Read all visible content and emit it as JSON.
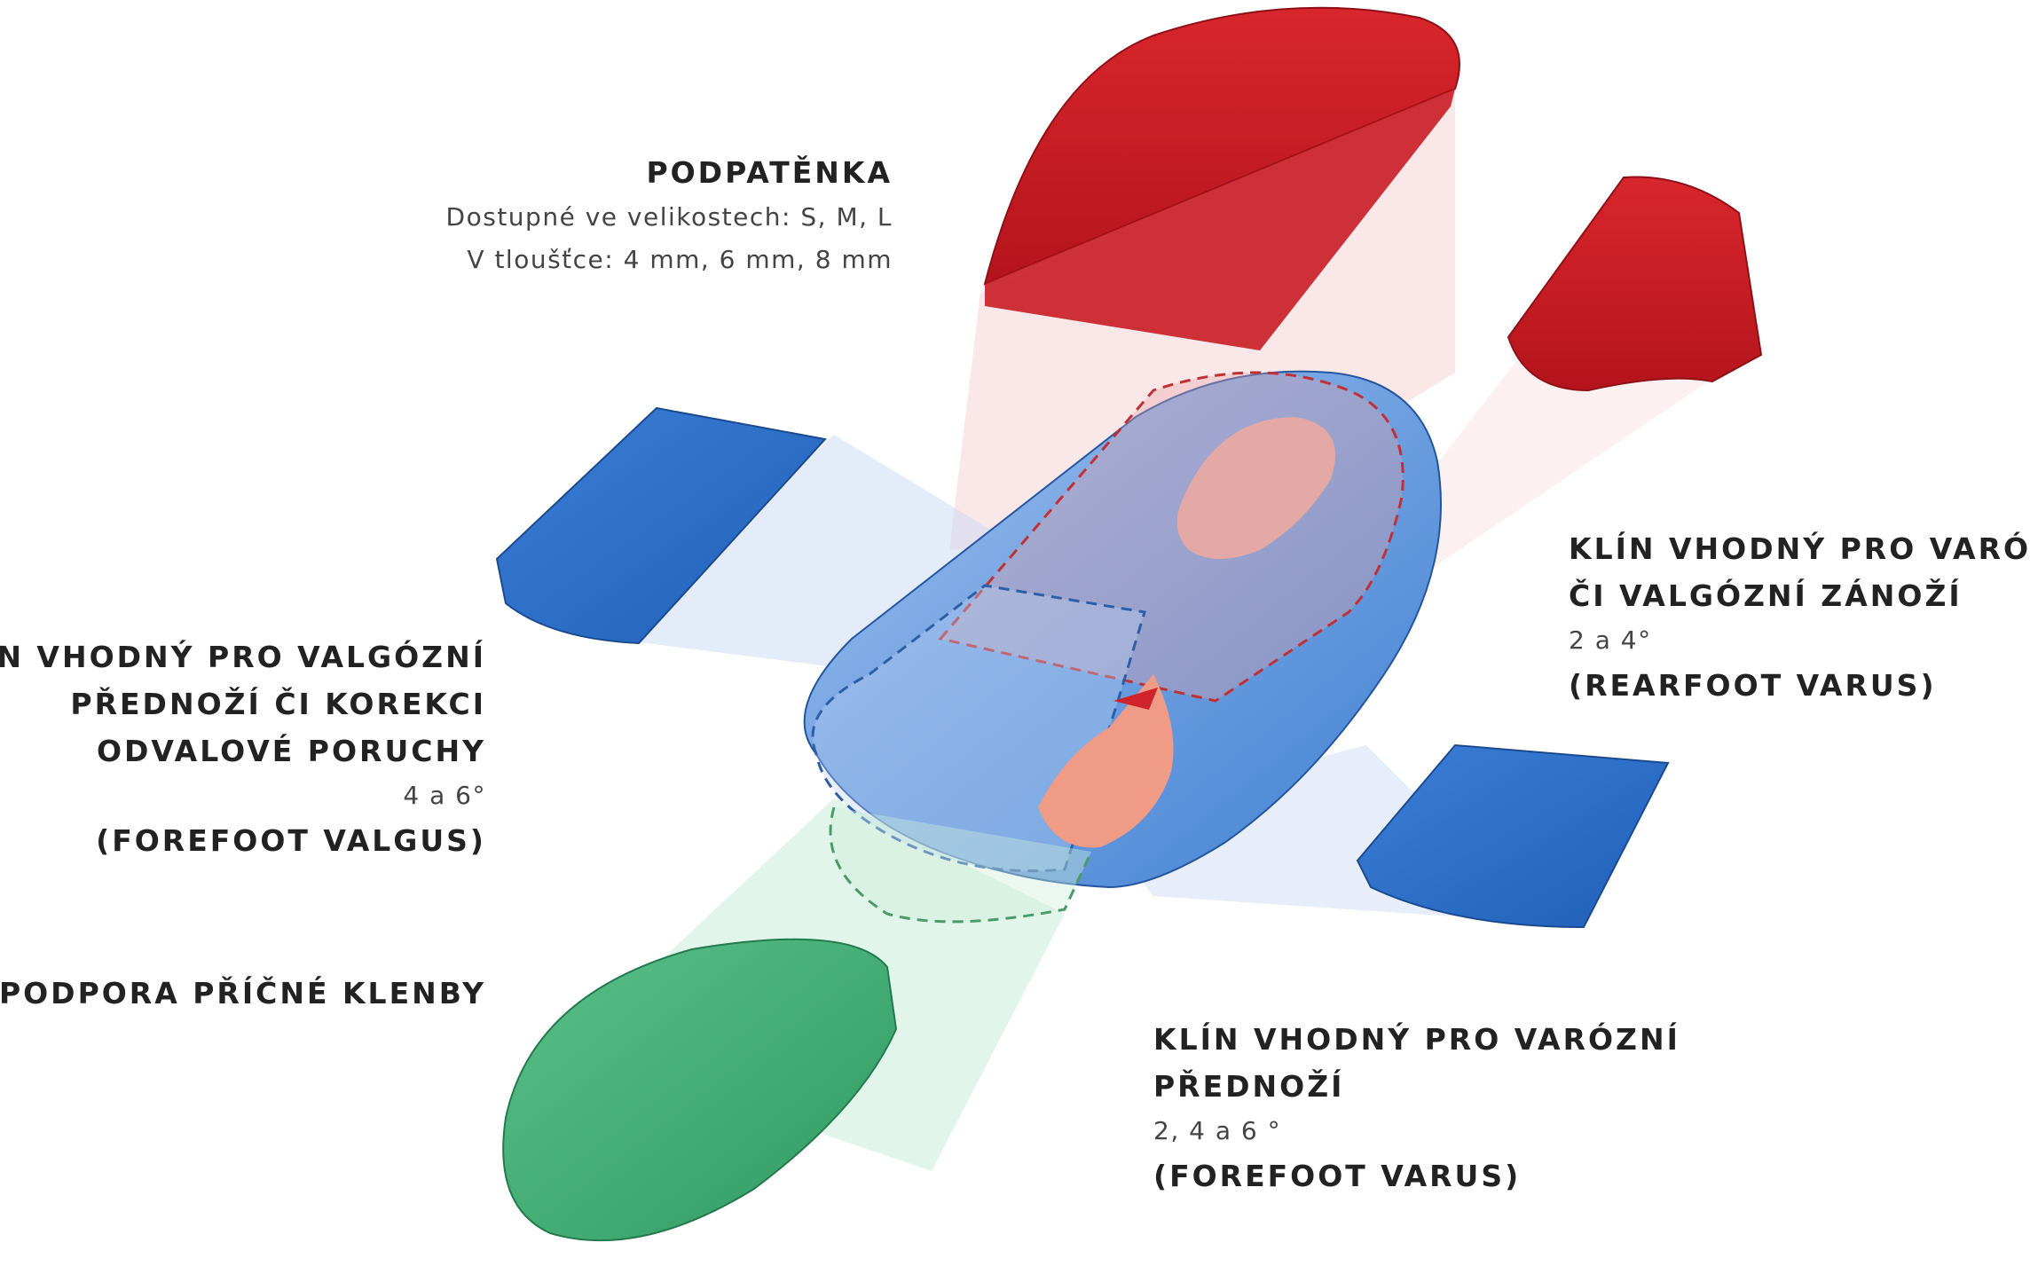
{
  "colors": {
    "red": "#c41a22",
    "blue": "#2a6cc4",
    "green": "#3fa46f",
    "dash_red": "#c03035",
    "dash_blue": "#2d5fa8"
  },
  "labels": {
    "heel_pad": {
      "title": "PODPATĚNKA",
      "line1": "Dostupné ve velikostech: S, M, L",
      "line2": "V tloušťce: 4 mm, 6 mm, 8 mm"
    },
    "rearfoot": {
      "title1": "KLÍN VHODNÝ PRO VARÓZNÍ",
      "title2": "ČI VALGÓZNÍ ZÁNOŽÍ",
      "degrees": "2 a 4°",
      "name": "(REARFOOT VARUS)"
    },
    "forefoot_valgus": {
      "title1": "KLÍN VHODNÝ PRO VALGÓZNÍ",
      "title2": "PŘEDNOŽÍ ČI KOREKCI",
      "title3": "ODVALOVÉ PORUCHY",
      "degrees": "4 a 6°",
      "name": "(FOREFOOT VALGUS)"
    },
    "metatarsal": {
      "title": "PODPORA PŘÍČNÉ KLENBY"
    },
    "forefoot_varus": {
      "title1": "KLÍN VHODNÝ PRO VARÓZNÍ",
      "title2": "PŘEDNOŽÍ",
      "degrees": "2, 4 a 6 °",
      "name": "(FOREFOOT VARUS)"
    }
  }
}
